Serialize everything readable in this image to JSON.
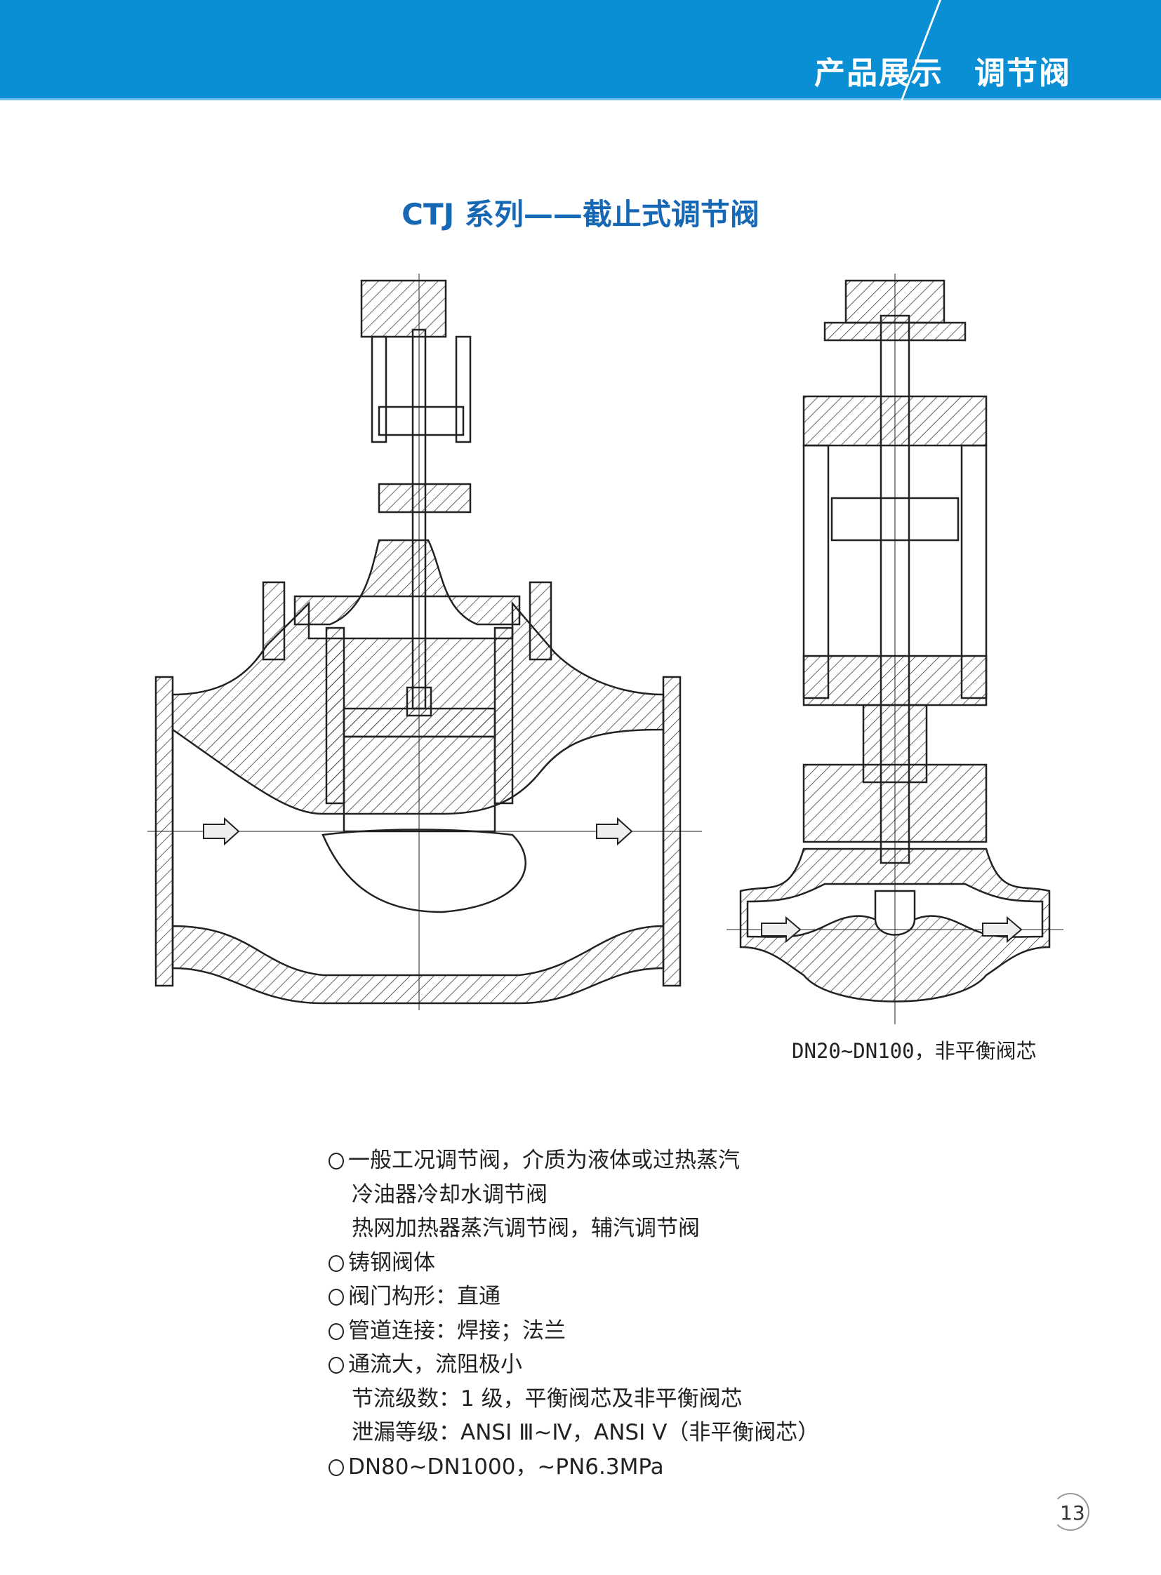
{
  "header": {
    "section": "产品展示",
    "category": "调节阀",
    "color": "#0b8fd4"
  },
  "title": "CTJ 系列——截止式调节阀",
  "figures": {
    "left": {
      "icon": "globe-valve-balanced-section-drawing"
    },
    "right": {
      "icon": "globe-valve-unbalanced-section-drawing",
      "caption": "DN20~DN100，非平衡阀芯"
    }
  },
  "features": [
    {
      "text": "一般工况调节阀，介质为液体或过热蒸汽",
      "bullet": true
    },
    {
      "text": "冷油器冷却水调节阀",
      "bullet": false
    },
    {
      "text": "热网加热器蒸汽调节阀，辅汽调节阀",
      "bullet": false
    },
    {
      "text": "铸钢阀体",
      "bullet": true
    },
    {
      "text": "阀门构形：直通",
      "bullet": true
    },
    {
      "text": "管道连接：焊接；法兰",
      "bullet": true
    },
    {
      "text": "通流大，流阻极小",
      "bullet": true
    },
    {
      "text": "节流级数：1 级，平衡阀芯及非平衡阀芯",
      "bullet": false
    },
    {
      "text": "泄漏等级：ANSI Ⅲ~Ⅳ，ANSI Ⅴ（非平衡阀芯）",
      "bullet": false
    },
    {
      "text": "DN80~DN1000，~PN6.3MPa",
      "bullet": true
    }
  ],
  "page_number": "13"
}
